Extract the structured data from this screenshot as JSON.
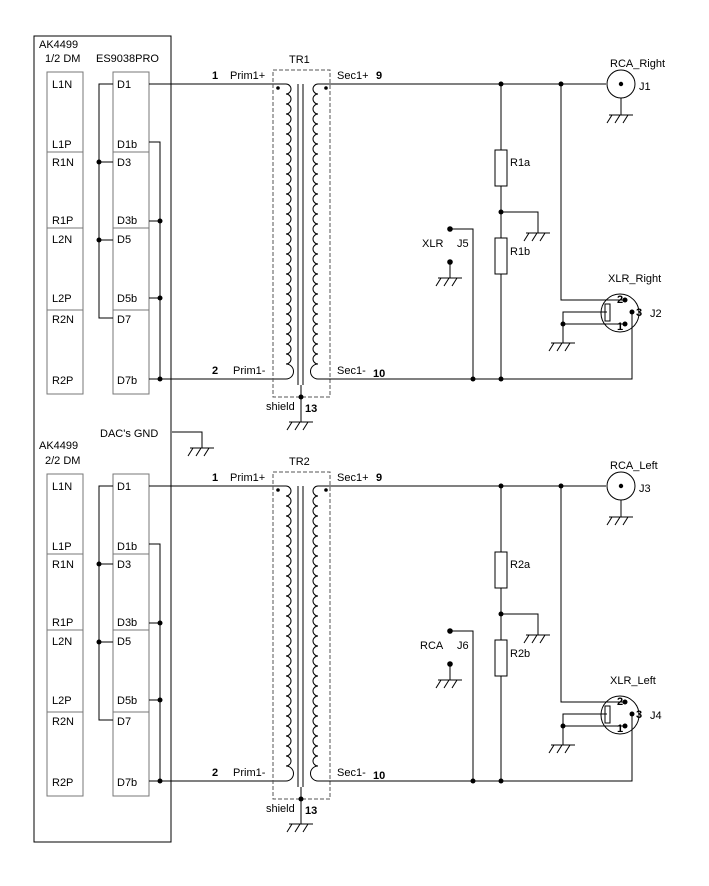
{
  "colors": {
    "line": "#000000",
    "box": "#777777",
    "background": "#ffffff"
  },
  "board": {
    "top_chip": "AK4499",
    "top_half": "1/2 DM",
    "bottom_chip": "AK4499",
    "bottom_half": "2/2 DM",
    "dac_ref": "ES9038PRO",
    "gnd_label": "DAC's GND",
    "ak_pins_top": [
      "L1N",
      "L1P",
      "R1N",
      "R1P",
      "L2N",
      "L2P",
      "R2N",
      "R2P"
    ],
    "es_pins_top": [
      "D1",
      "D1b",
      "D3",
      "D3b",
      "D5",
      "D5b",
      "D7",
      "D7b"
    ],
    "ak_pins_bottom": [
      "L1N",
      "L1P",
      "R1N",
      "R1P",
      "L2N",
      "L2P",
      "R2N",
      "R2P"
    ],
    "es_pins_bottom": [
      "D1",
      "D1b",
      "D3",
      "D3b",
      "D5",
      "D5b",
      "D7",
      "D7b"
    ]
  },
  "channels": [
    {
      "transformer": "TR1",
      "prim_plus": "Prim1+",
      "prim_minus": "Prim1-",
      "sec_plus": "Sec1+",
      "sec_minus": "Sec1-",
      "pin_prim_plus": "1",
      "pin_prim_minus": "2",
      "pin_sec_plus": "9",
      "pin_sec_minus": "10",
      "shield": "shield",
      "pin_shield": "13",
      "r_upper": "R1a",
      "r_lower": "R1b",
      "sel_label": "XLR",
      "sel_ref": "J5",
      "rca_name": "RCA_Right",
      "rca_ref": "J1",
      "xlr_name": "XLR_Right",
      "xlr_ref": "J2",
      "xlr_pins": [
        "2",
        "3",
        "1"
      ]
    },
    {
      "transformer": "TR2",
      "prim_plus": "Prim1+",
      "prim_minus": "Prim1-",
      "sec_plus": "Sec1+",
      "sec_minus": "Sec1-",
      "pin_prim_plus": "1",
      "pin_prim_minus": "2",
      "pin_sec_plus": "9",
      "pin_sec_minus": "10",
      "shield": "shield",
      "pin_shield": "13",
      "r_upper": "R2a",
      "r_lower": "R2b",
      "sel_label": "RCA",
      "sel_ref": "J6",
      "rca_name": "RCA_Left",
      "rca_ref": "J3",
      "xlr_name": "XLR_Left",
      "xlr_ref": "J4",
      "xlr_pins": [
        "2",
        "3",
        "1"
      ]
    }
  ]
}
